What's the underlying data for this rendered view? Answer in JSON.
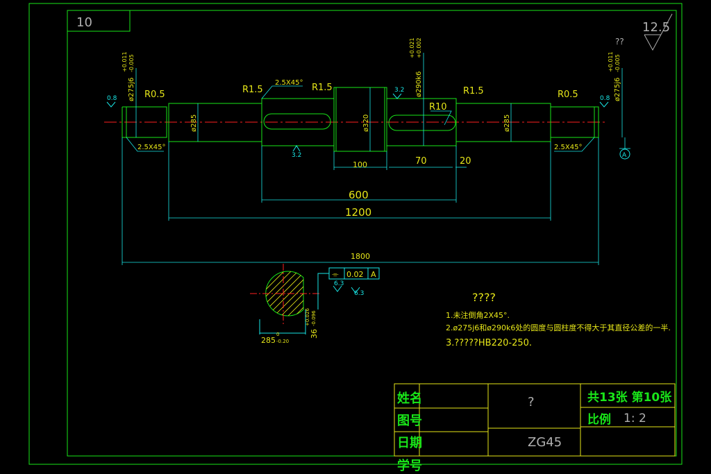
{
  "frame": {
    "sheet_number": "10",
    "roughness_corner": "12.5",
    "roughness_corner_suffix": "??"
  },
  "part": {
    "diameters": {
      "journal_left": "ø275j6",
      "journal_left_tol_upper": "+0.011",
      "journal_left_tol_lower": "-0.005",
      "journal_right": "ø275j6",
      "journal_right_tol_upper": "+0.011",
      "journal_right_tol_lower": "-0.005",
      "shoulder_left": "ø285",
      "shoulder_right": "ø285",
      "collar": "ø320",
      "keyway_seat": "ø290k6",
      "keyway_seat_tol_upper": "+0.021",
      "keyway_seat_tol_lower": "+0.002"
    },
    "radii": {
      "left_r05": "R0.5",
      "left_r15": "R1.5",
      "mid_r15": "R1.5",
      "right_r15": "R1.5",
      "right_r05": "R0.5",
      "keyway_r": "R10"
    },
    "chamfers": {
      "top": "2.5X45°",
      "bottom_left": "2.5X45°",
      "bottom_right": "2.5X45°"
    },
    "roughness": {
      "left_end": "0.8",
      "right_end": "0.8",
      "keyway": "3.2",
      "bottom": "3.2"
    },
    "datum": "A",
    "dimensions": {
      "collar_width": "100",
      "key_len": "70",
      "gap": "20",
      "span_600": "600",
      "span_1200": "1200",
      "total": "1800"
    }
  },
  "section": {
    "symmetry_symbol": "⌯",
    "tolerance": "0.02",
    "datum": "A",
    "roughness_1": "6.3",
    "roughness_2": "6.3",
    "dia": "285",
    "dia_tol_upper": "0",
    "dia_tol_lower": "-0.20",
    "key_depth": "36",
    "key_depth_tol_upper": "+0.026",
    "key_depth_tol_lower": "-0.096"
  },
  "notes": {
    "title": "????",
    "line1": "1.未注倒角2X45°.",
    "line2": "2.ø275j6和ø290k6处的圆度与圆柱度不得大于其直径公差的一半.",
    "line3": "3.?????HB220-250."
  },
  "title_block": {
    "label_name": "姓名",
    "label_drawing": "图号",
    "label_date": "日期",
    "label_number": "学号",
    "part_name": "?",
    "material": "ZG45",
    "sheets": "共13张 第10张",
    "scale_label": "比例",
    "scale": "1: 2"
  },
  "colors": {
    "line": "#19e619",
    "text_yellow": "#e6e619",
    "dim": "#19e6e6",
    "center": "#ff2020",
    "section": "#e6e619"
  }
}
